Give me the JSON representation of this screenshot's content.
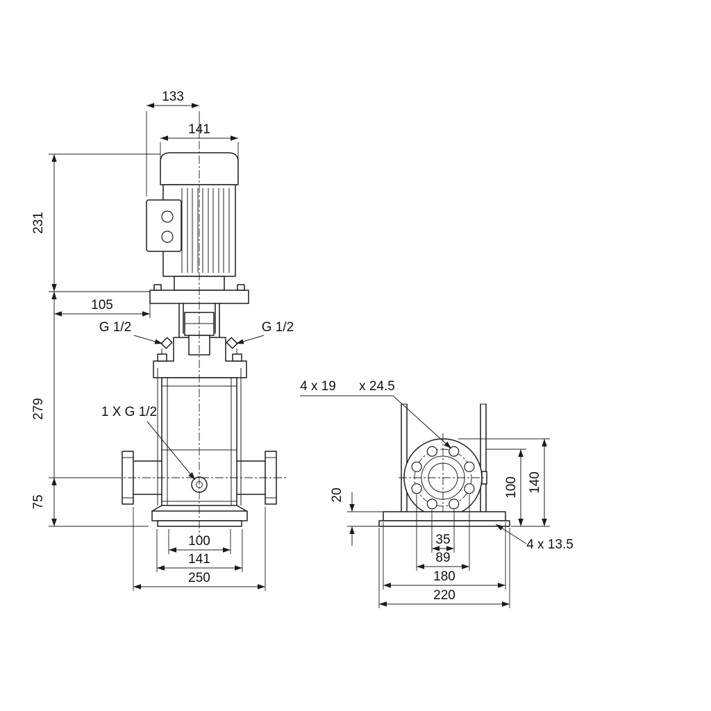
{
  "front_view": {
    "dims": {
      "width_133": "133",
      "width_141_top": "141",
      "height_231": "231",
      "offset_105": "105",
      "height_279": "279",
      "height_75": "75",
      "width_100": "100",
      "width_141_bottom": "141",
      "width_250": "250"
    },
    "ports": {
      "left": "G 1/2",
      "right": "G 1/2",
      "drain": "1 X G 1/2"
    }
  },
  "side_view": {
    "dims": {
      "flange_holes_note": "4 x 19",
      "flange_holes_depth": "x 24.5",
      "base_height_20": "20",
      "height_100": "100",
      "height_140": "140",
      "width_35": "35",
      "width_89": "89",
      "width_180": "180",
      "width_220": "220",
      "base_holes_note": "4 x 13.5"
    }
  }
}
